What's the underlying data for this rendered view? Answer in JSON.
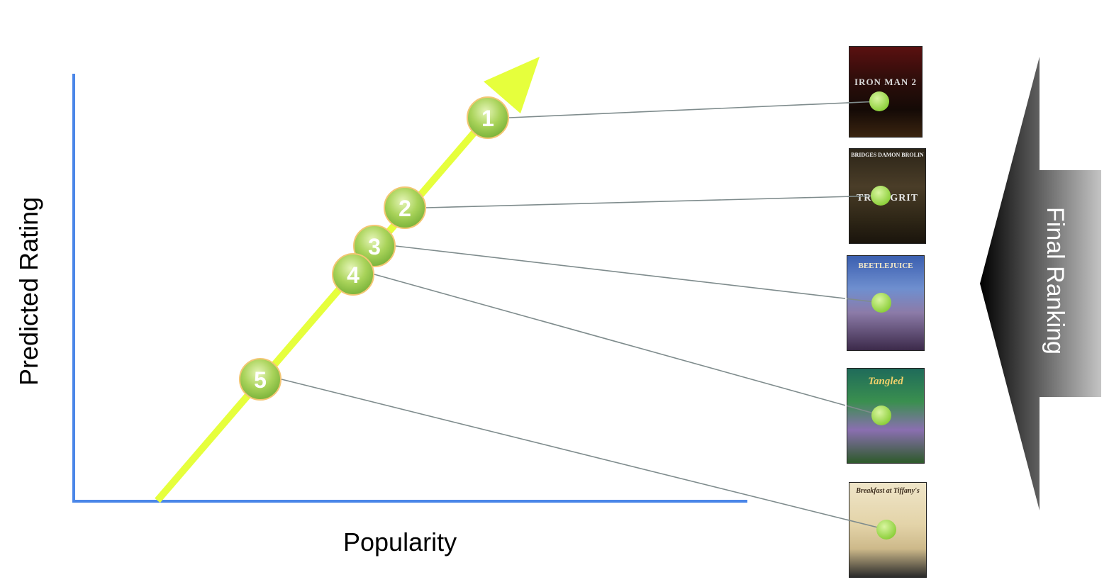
{
  "axes": {
    "x_label": "Popularity",
    "y_label": "Predicted Rating",
    "axis_color": "#4a86e8"
  },
  "trend_arrow": {
    "color": "#e6ff3c"
  },
  "ranked_items": [
    {
      "rank": "1",
      "movie": "Iron Man 2",
      "poster_text": "IRON MAN 2"
    },
    {
      "rank": "2",
      "movie": "True Grit",
      "poster_text": "TRUE GRIT",
      "cast_text": "BRIDGES DAMON BROLIN"
    },
    {
      "rank": "3",
      "movie": "Beetlejuice",
      "poster_text": "BEETLEJUICE"
    },
    {
      "rank": "4",
      "movie": "Tangled",
      "poster_text": "Tangled"
    },
    {
      "rank": "5",
      "movie": "Breakfast at Tiffany's",
      "poster_text": "Breakfast at Tiffany's"
    }
  ],
  "final_ranking": {
    "label": "Final Ranking"
  },
  "colors": {
    "connector": "#7f8c8d",
    "bubble": "#9ccc4a",
    "bubble_border": "#f3c673"
  }
}
